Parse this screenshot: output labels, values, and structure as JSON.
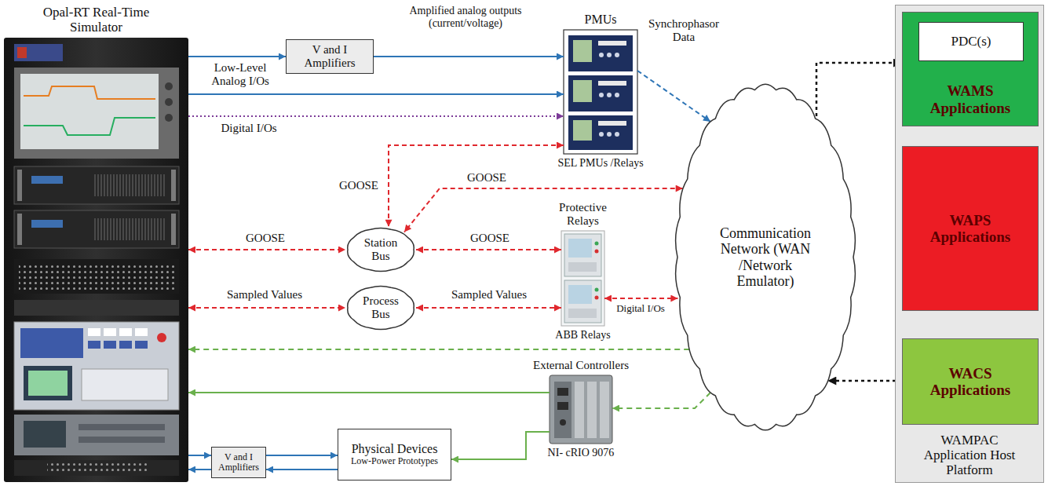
{
  "diagram": {
    "nodes": [
      {
        "text": [
          "Opal-RT Real-Time Simulator"
        ]
      },
      {
        "text": [
          "V and I Amplifiers"
        ]
      },
      {
        "text": [
          "PMUs",
          "SEL PMUs /Relays"
        ]
      },
      {
        "text": [
          "Communication Network (WAN /Network Emulator)"
        ]
      },
      {
        "text": [
          "WAMPAC Application Host Platform"
        ]
      },
      {
        "text": [
          "WAMS Applications"
        ],
        "in": 4
      },
      {
        "text": [
          "PDC(s)"
        ],
        "in": 5
      },
      {
        "text": [
          "WAPS Applications"
        ],
        "in": 4
      },
      {
        "text": [
          "WACS Applications"
        ],
        "in": 4
      },
      {
        "text": [
          "Station Bus"
        ]
      },
      {
        "text": [
          "Process Bus"
        ]
      },
      {
        "text": [
          "Protective Relays",
          "ABB Relays"
        ]
      },
      {
        "text": [
          "External Controllers",
          "NI- cRIO 9076"
        ]
      },
      {
        "text": [
          "Physical Devices",
          "Low-Power Prototypes"
        ]
      },
      {
        "text": [
          "V and I Amplifiers"
        ]
      }
    ],
    "edges": [
      {
        "from": 0,
        "to": 1,
        "arrow": "to"
      },
      {
        "from": 1,
        "to": 2,
        "arrow": "to",
        "label": "Amplified analog outputs (current/voltage)"
      },
      {
        "from": 0,
        "to": 2,
        "arrow": "to",
        "label": "Low-Level Analog I/Os"
      },
      {
        "from": 0,
        "to": 2,
        "arrow": "to",
        "label": "Digital I/Os"
      },
      {
        "from": 2,
        "to": 3,
        "arrow": "to",
        "label": "Synchrophasor Data"
      },
      {
        "from": 3,
        "to": 5,
        "arrow": "to"
      },
      {
        "from": 8,
        "to": 3,
        "arrow": "to"
      },
      {
        "from": 2,
        "to": 9,
        "arrow": "both",
        "label": "GOOSE"
      },
      {
        "from": 3,
        "to": 9,
        "arrow": "both",
        "label": "GOOSE"
      },
      {
        "from": 0,
        "to": 9,
        "arrow": "both",
        "label": "GOOSE"
      },
      {
        "from": 9,
        "to": 11,
        "arrow": "both",
        "label": "GOOSE"
      },
      {
        "from": 0,
        "to": 10,
        "arrow": "both",
        "label": "Sampled Values"
      },
      {
        "from": 10,
        "to": 11,
        "arrow": "both",
        "label": "Sampled Values"
      },
      {
        "from": 11,
        "to": 3,
        "arrow": "both",
        "label": "Digital I/Os"
      },
      {
        "from": 3,
        "to": 0,
        "arrow": "to"
      },
      {
        "from": 12,
        "to": 0,
        "arrow": "to"
      },
      {
        "from": 3,
        "to": 12,
        "arrow": "to"
      },
      {
        "from": 12,
        "to": 13,
        "arrow": "to"
      },
      {
        "from": 0,
        "to": 14,
        "arrow": "to"
      },
      {
        "from": 14,
        "to": 0,
        "arrow": "to"
      },
      {
        "from": 14,
        "to": 13,
        "arrow": "to"
      },
      {
        "from": 13,
        "to": 14,
        "arrow": "to"
      }
    ]
  }
}
